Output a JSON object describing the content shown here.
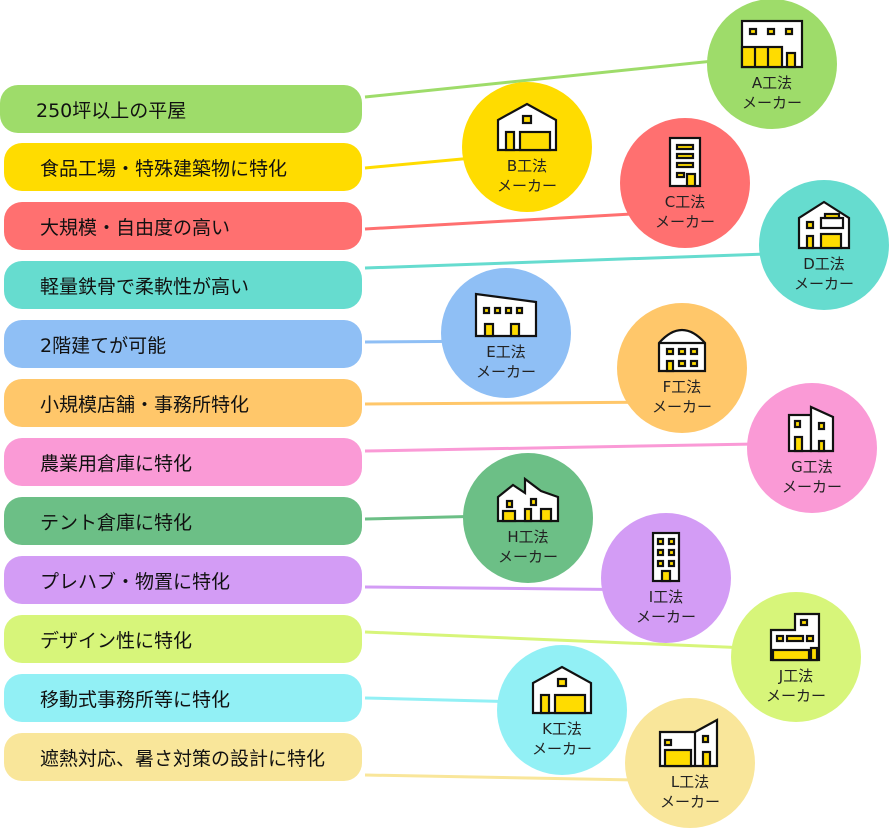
{
  "items": [
    {
      "feature": "250坪以上の平屋",
      "maker": "A工法",
      "suffix": "メーカー",
      "color": "#9edc6a",
      "icon": "warehouse-flat-icon"
    },
    {
      "feature": "食品工場・特殊建築物に特化",
      "maker": "B工法",
      "suffix": "メーカー",
      "color": "#ffdc00",
      "icon": "gable-warehouse-icon"
    },
    {
      "feature": "大規模・自由度の高い",
      "maker": "C工法",
      "suffix": "メーカー",
      "color": "#ff7070",
      "icon": "office-tower-icon"
    },
    {
      "feature": "軽量鉄骨で柔軟性が高い",
      "maker": "D工法",
      "suffix": "メーカー",
      "color": "#66dccf",
      "icon": "gable-house-icon"
    },
    {
      "feature": "2階建てが可能",
      "maker": "E工法",
      "suffix": "メーカー",
      "color": "#8fbff5",
      "icon": "slanted-roof-building-icon"
    },
    {
      "feature": "小規模店舗・事務所特化",
      "maker": "F工法",
      "suffix": "メーカー",
      "color": "#ffc76a",
      "icon": "arched-building-icon"
    },
    {
      "feature": "農業用倉庫に特化",
      "maker": "G工法",
      "suffix": "メーカー",
      "color": "#fa9ad6",
      "icon": "twin-building-icon"
    },
    {
      "feature": "テント倉庫に特化",
      "maker": "H工法",
      "suffix": "メーカー",
      "color": "#6cbf86",
      "icon": "multi-gable-building-icon"
    },
    {
      "feature": "プレハブ・物置に特化",
      "maker": "I工法",
      "suffix": "メーカー",
      "color": "#d39cf5",
      "icon": "tall-building-icon"
    },
    {
      "feature": "デザイン性に特化",
      "maker": "J工法",
      "suffix": "メーカー",
      "color": "#d7f57a",
      "icon": "stepped-building-icon"
    },
    {
      "feature": "移動式事務所等に特化",
      "maker": "K工法",
      "suffix": "メーカー",
      "color": "#92f0f5",
      "icon": "gable-warehouse-icon"
    },
    {
      "feature": "遮熱対応、暑さ対策の設計に特化",
      "maker": "L工法",
      "suffix": "メーカー",
      "color": "#f9e69a",
      "icon": "shed-building-icon"
    }
  ]
}
